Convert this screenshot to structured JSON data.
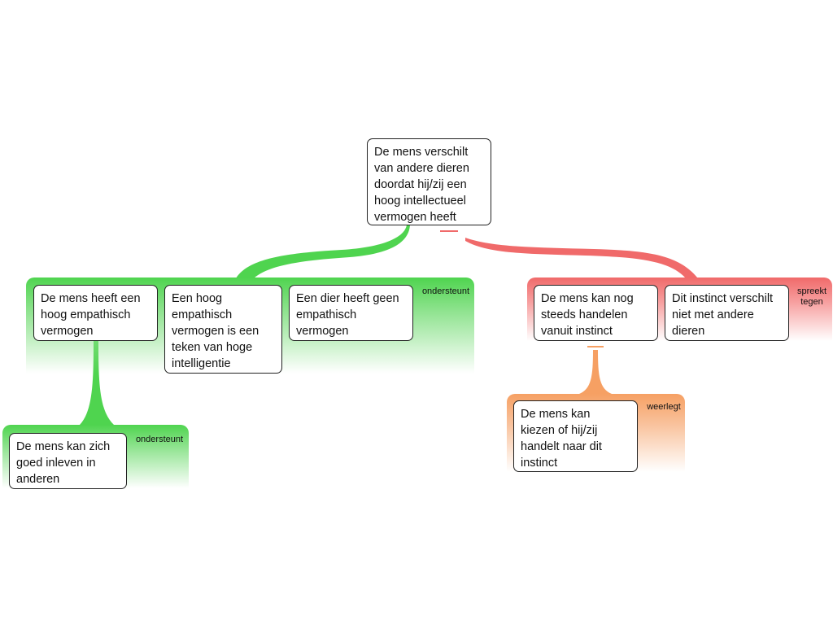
{
  "root": {
    "text": "De mens verschilt\nvan andere dieren\ndoordat hij/zij een\nhoog intellectueel\nvermogen heeft"
  },
  "groups": {
    "support_main": {
      "label": "ondersteunt",
      "color": "#4fd44f",
      "cards": [
        "De mens heeft een\nhoog empathisch\nvermogen",
        "Een hoog\nempathisch\nvermogen is een\nteken van hoge\nintelligentie",
        "Een dier heeft geen\nempathisch\nvermogen"
      ]
    },
    "objection": {
      "label": "spreekt\ntegen",
      "color": "#f06a6a",
      "cards": [
        "De mens kan nog\nsteeds handelen\nvanuit instinct",
        "Dit instinct verschilt\nniet met andere\ndieren"
      ]
    },
    "support_sub": {
      "label": "ondersteunt",
      "color": "#4fd44f",
      "cards": [
        "De mens kan zich\ngoed inleven in\nanderen"
      ]
    },
    "rebuttal": {
      "label": "weerlegt",
      "color": "#f6a063",
      "cards": [
        "De mens kan\nkiezen of hij/zij\nhandelt naar dit\ninstinct"
      ]
    }
  }
}
